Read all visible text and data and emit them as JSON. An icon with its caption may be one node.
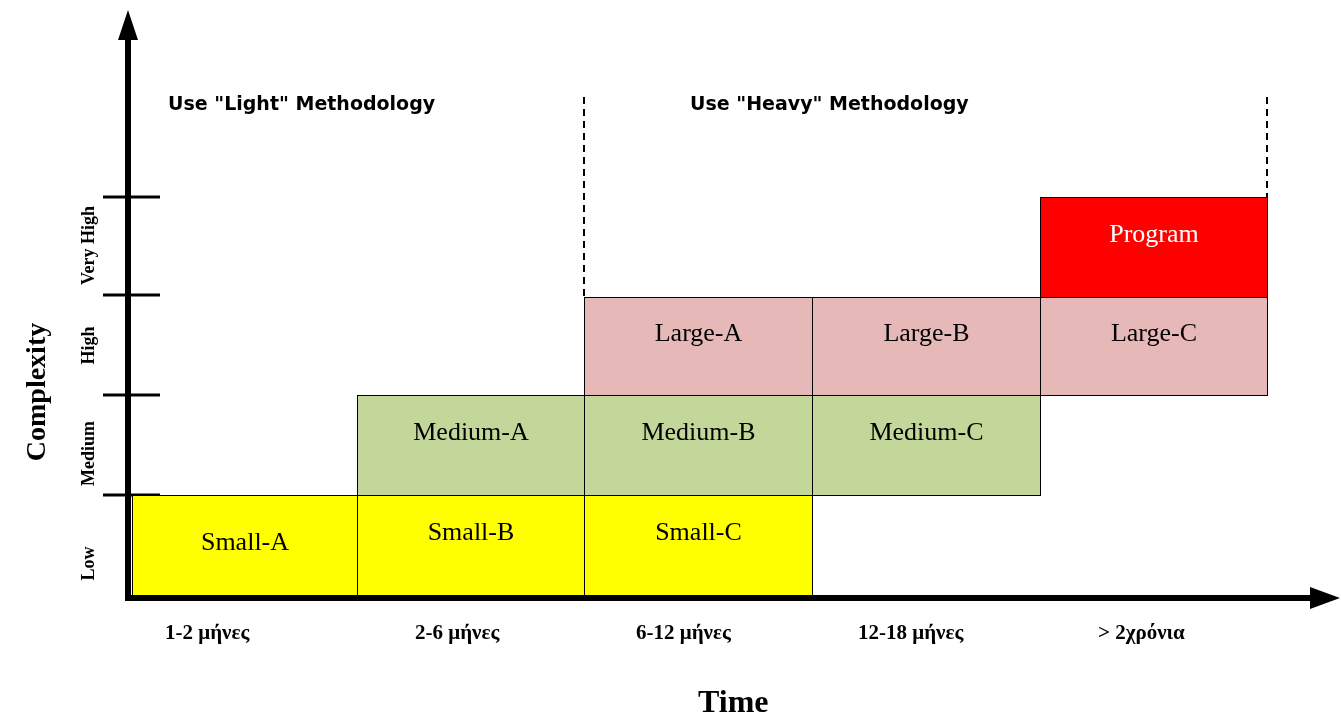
{
  "diagram": {
    "nodes": [
      {
        "text": [
          "Program"
        ]
      },
      {
        "text": [
          "Large-A"
        ]
      },
      {
        "text": [
          "Large-B"
        ]
      },
      {
        "text": [
          "Large-C"
        ]
      },
      {
        "text": [
          "Medium-A"
        ]
      },
      {
        "text": [
          "Medium-B"
        ]
      },
      {
        "text": [
          "Medium-C"
        ]
      },
      {
        "text": [
          "Small-A"
        ]
      },
      {
        "text": [
          "Small-B"
        ]
      },
      {
        "text": [
          "Small-C"
        ]
      }
    ],
    "edges": [],
    "labels": [
      "Use \"Light\" Methodology",
      "Use \"Heavy\" Methodology",
      "Very High",
      "High",
      "Medium",
      "Low",
      "Complexity",
      "1-2 μήνες",
      "2-6 μήνες",
      "6-12 μήνες",
      "12-18 μήνες",
      "> 2χρόνια",
      "Time"
    ]
  }
}
